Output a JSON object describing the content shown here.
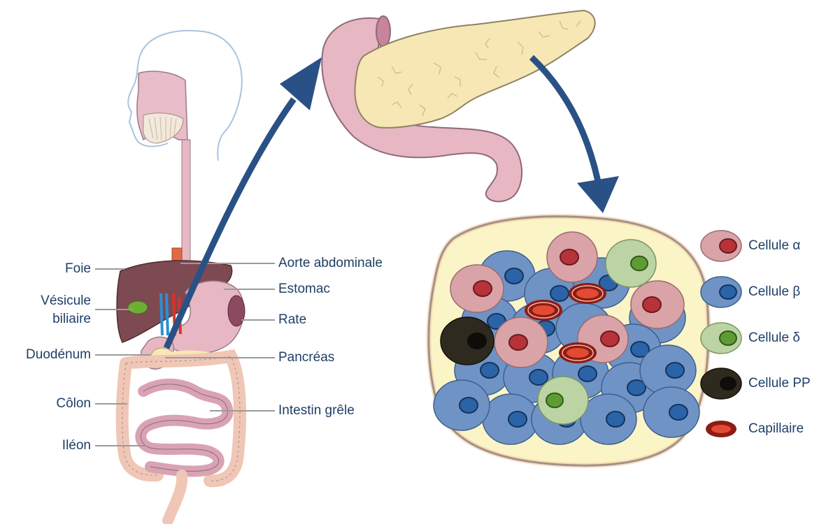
{
  "labels_left": {
    "foie": "Foie",
    "vesicule_line1": "Vésicule",
    "vesicule_line2": "biliaire",
    "duodenum": "Duodénum",
    "colon": "Côlon",
    "ileon": "Iléon"
  },
  "labels_right": {
    "aorte": "Aorte abdominale",
    "estomac": "Estomac",
    "rate": "Rate",
    "pancreas": "Pancréas",
    "intestin": "Intestin grêle"
  },
  "legend": [
    {
      "label": "Cellule α",
      "fill": "#d9a3a8",
      "nucleus": "#b8323a",
      "icon": "alpha-cell-icon"
    },
    {
      "label": "Cellule β",
      "fill": "#6f93c4",
      "nucleus": "#2a63a8",
      "icon": "beta-cell-icon"
    },
    {
      "label": "Cellule δ",
      "fill": "#bcd3a4",
      "nucleus": "#5f9b34",
      "icon": "delta-cell-icon"
    },
    {
      "label": "Cellule PP",
      "fill": "#2e2a20",
      "nucleus": "#0f0d0a",
      "icon": "pp-cell-icon"
    },
    {
      "label": "Capillaire",
      "fill": "#e24a33",
      "nucleus": "#8c1c14",
      "icon": "capillary-icon"
    }
  ],
  "colors": {
    "text": "#1f3f66",
    "arrow": "#2a5185",
    "leader_line": "#9a9a9a",
    "islet_background": "#fbf4c6",
    "islet_border": "#2a3d6b",
    "pancreas": "#f6e7b5",
    "duodenum": "#e7b7c3"
  }
}
